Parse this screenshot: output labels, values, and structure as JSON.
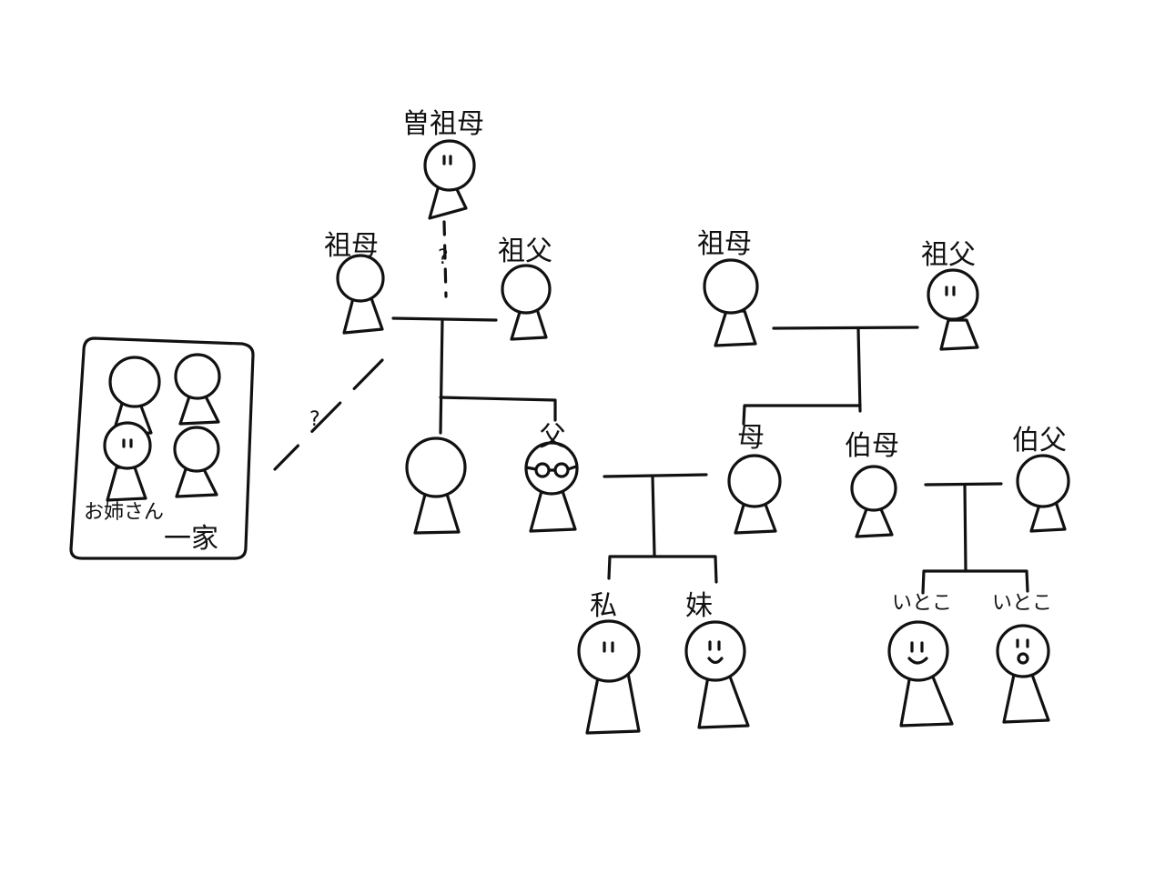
{
  "labels": {
    "great_grandmother": "曽祖母",
    "grandmother_paternal": "祖母",
    "grandfather_paternal": "祖父",
    "grandmother_maternal": "祖母",
    "grandfather_maternal": "祖父",
    "father": "父",
    "mother": "母",
    "aunt": "伯母",
    "uncle": "伯父",
    "me": "私",
    "sister": "妹",
    "cousin_1": "いとこ",
    "cousin_2": "いとこ",
    "family_box_line1": "お姉さん",
    "family_box_line2": "一家",
    "unknown_link_1": "?",
    "unknown_link_2": "?"
  }
}
